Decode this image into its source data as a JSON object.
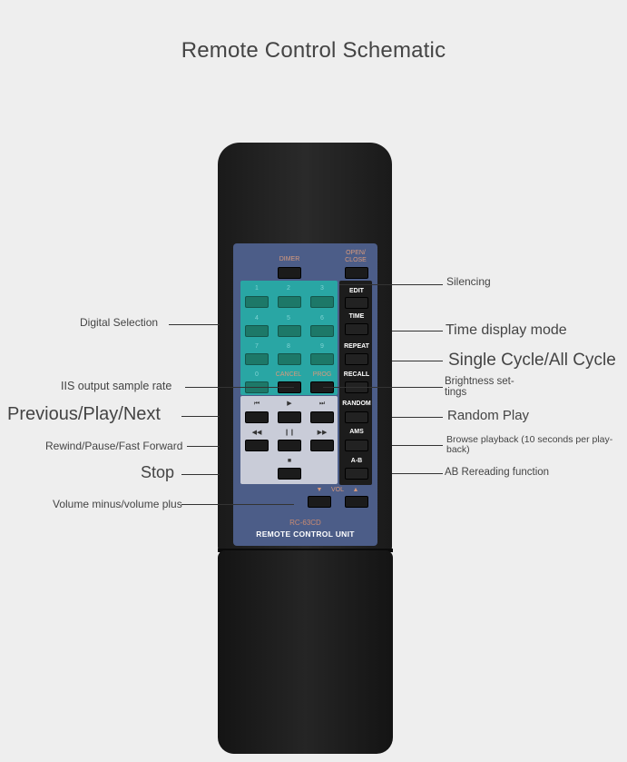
{
  "title": "Remote Control Schematic",
  "remote": {
    "model": "RC-63CD",
    "unit": "REMOTE CONTROL UNIT",
    "dimmer": "DIMER",
    "open_close": "OPEN/\nCLOSE",
    "digits": [
      "1",
      "2",
      "3",
      "4",
      "5",
      "6",
      "7",
      "8",
      "9",
      "0"
    ],
    "cancel": "CANCEL",
    "prog": "PROG",
    "side_buttons": [
      "EDIT",
      "TIME",
      "REPEAT",
      "RECALL",
      "RANDOM",
      "AMS",
      "A-B"
    ],
    "transport_row1": [
      "⏮",
      "▶",
      "⏭"
    ],
    "transport_row2": [
      "◀◀",
      "❙❙",
      "▶▶"
    ],
    "stop_glyph": "■",
    "vol_down": "▼",
    "vol_label": "VOL",
    "vol_up": "▲"
  },
  "callouts": {
    "silencing": "Silencing",
    "digital_selection": "Digital Selection",
    "time_display": "Time display mode",
    "single_cycle": "Single Cycle/All Cycle",
    "iis_output": "IIS output sample rate",
    "brightness_1": "Brightness set-",
    "brightness_2": "tings",
    "previous_play_next": "Previous/Play/Next",
    "random_play": "Random Play",
    "rewind_pause_ff": "Rewind/Pause/Fast Forward",
    "browse_1": "Browse playback (10 seconds per play-",
    "browse_2": "back)",
    "stop": "Stop",
    "ab_rereading": "AB Rereading function",
    "volume": "Volume minus/volume plus"
  }
}
